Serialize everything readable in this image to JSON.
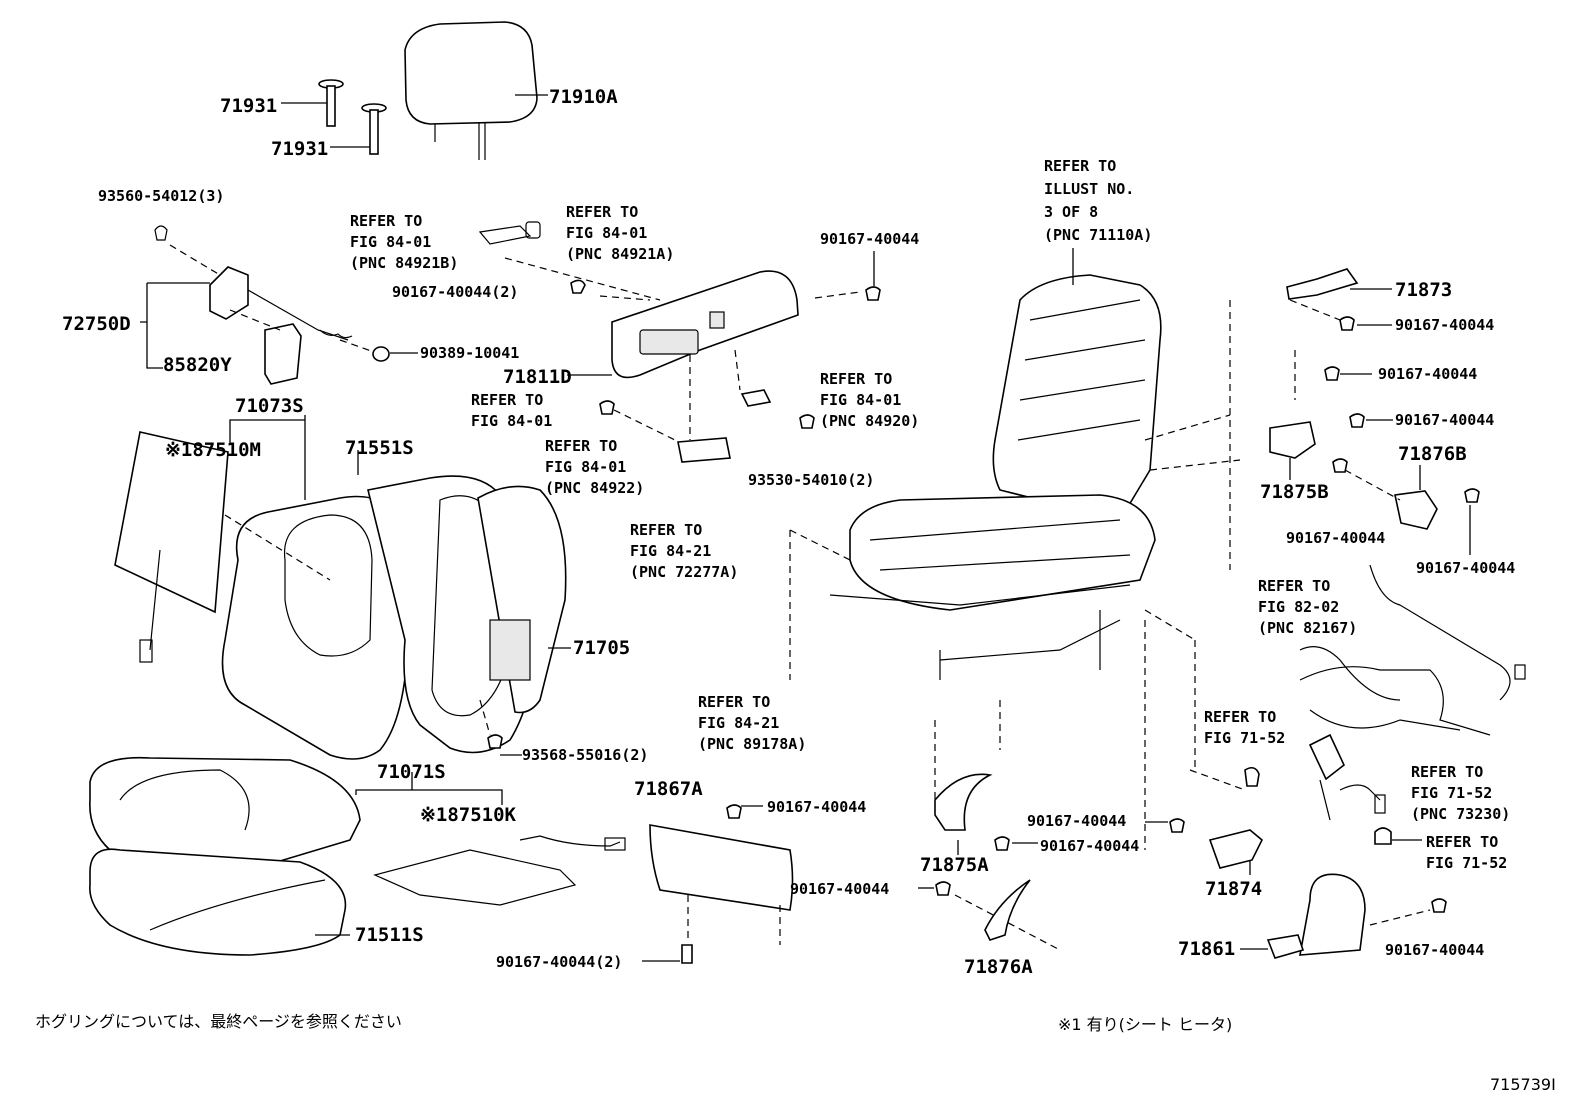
{
  "labels": {
    "p71931a": "71931",
    "p71931b": "71931",
    "p71910a": "71910A",
    "p93560": "93560-54012(3)",
    "p72750d": "72750D",
    "p85820y": "85820Y",
    "p90389": "90389-10041",
    "p71811d": "71811D",
    "p90167_2a": "90167-40044(2)",
    "p90167_top": "90167-40044",
    "p93530": "93530-54010(2)",
    "p71073s": "71073S",
    "p187510m": "※187510M",
    "p71551s": "71551S",
    "p71705": "71705",
    "p93568": "93568-55016(2)",
    "p71071s": "71071S",
    "p187510k": "※187510K",
    "p71511s": "71511S",
    "p71867a": "71867A",
    "p90167_mid": "90167-40044",
    "p90167_2b": "90167-40044(2)",
    "p71873": "71873",
    "p90167_r1": "90167-40044",
    "p90167_r2": "90167-40044",
    "p90167_r3": "90167-40044",
    "p71876b": "71876B",
    "p71875b": "71875B",
    "p90167_r4": "90167-40044",
    "p90167_r5": "90167-40044",
    "p71875a": "71875A",
    "p90167_c1": "90167-40044",
    "p90167_c2": "90167-40044",
    "p90167_c3": "90167-40044",
    "p71876a": "71876A",
    "p71874": "71874",
    "p71861": "71861",
    "p90167_br": "90167-40044"
  },
  "refs": {
    "r_84921b": [
      "REFER TO",
      "FIG 84-01",
      "(PNC 84921B)"
    ],
    "r_84921a": [
      "REFER TO",
      "FIG 84-01",
      "(PNC 84921A)"
    ],
    "r_illust": [
      "REFER TO",
      "ILLUST NO.",
      "3 OF 8",
      "(PNC 71110A)"
    ],
    "r_84920": [
      "REFER TO",
      "FIG 84-01",
      "(PNC 84920)"
    ],
    "r_8401": [
      "REFER TO",
      "FIG 84-01"
    ],
    "r_84922": [
      "REFER TO",
      "FIG 84-01",
      "(PNC 84922)"
    ],
    "r_72277a": [
      "REFER TO",
      "FIG 84-21",
      "(PNC 72277A)"
    ],
    "r_89178a": [
      "REFER TO",
      "FIG 84-21",
      "(PNC 89178A)"
    ],
    "r_82167": [
      "REFER TO",
      "FIG 82-02",
      "(PNC 82167)"
    ],
    "r_7152a": [
      "REFER TO",
      "FIG 71-52"
    ],
    "r_73230": [
      "REFER TO",
      "FIG 71-52",
      "(PNC 73230)"
    ],
    "r_7152b": [
      "REFER TO",
      "FIG 71-52"
    ]
  },
  "notes": {
    "hogring": "ホグリングについては、最終ページを参照ください",
    "heater": "※1  有り(シート  ヒータ)",
    "illust_id": "715739I"
  }
}
